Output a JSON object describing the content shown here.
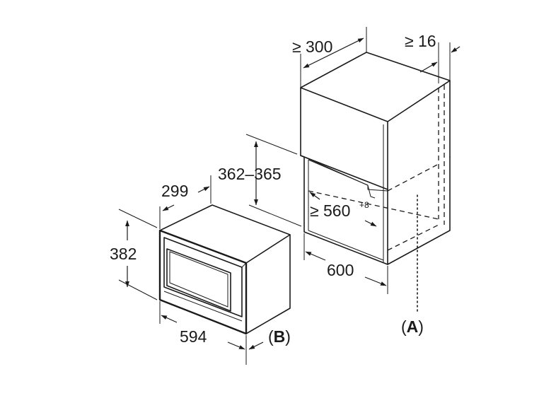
{
  "dimensions": {
    "cabinet_depth": "≥ 300",
    "side_gap": "≥ 16",
    "niche_height": "362–365",
    "niche_width": "≥ 560",
    "niche_width_tolerance": "+8",
    "cabinet_width": "600",
    "appliance_depth": "299",
    "appliance_height": "382",
    "appliance_width": "594"
  },
  "references": {
    "a_open": "(",
    "a_letter": "A",
    "a_close": ")",
    "b_open": "(",
    "b_letter": "B",
    "b_close": ")"
  }
}
